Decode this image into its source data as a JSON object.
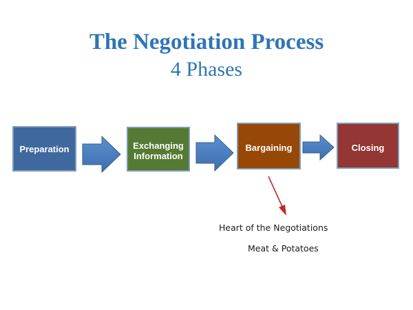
{
  "title": "The Negotiation Process",
  "subtitle": "4 Phases",
  "phases": [
    {
      "label": "Preparation"
    },
    {
      "label": "Exchanging Information"
    },
    {
      "label": "Bargaining"
    },
    {
      "label": "Closing"
    }
  ],
  "annotation": {
    "line1": "Heart  of  the Negotiations",
    "line2": "Meat & Potatoes"
  },
  "colors": {
    "title": "#2e75b6",
    "preparation": "#3f689f",
    "exchanging_information": "#557a33",
    "bargaining": "#974806",
    "closing": "#943634",
    "flow_arrow": "#4f81bd",
    "pointer_arrow": "#c0282a"
  }
}
